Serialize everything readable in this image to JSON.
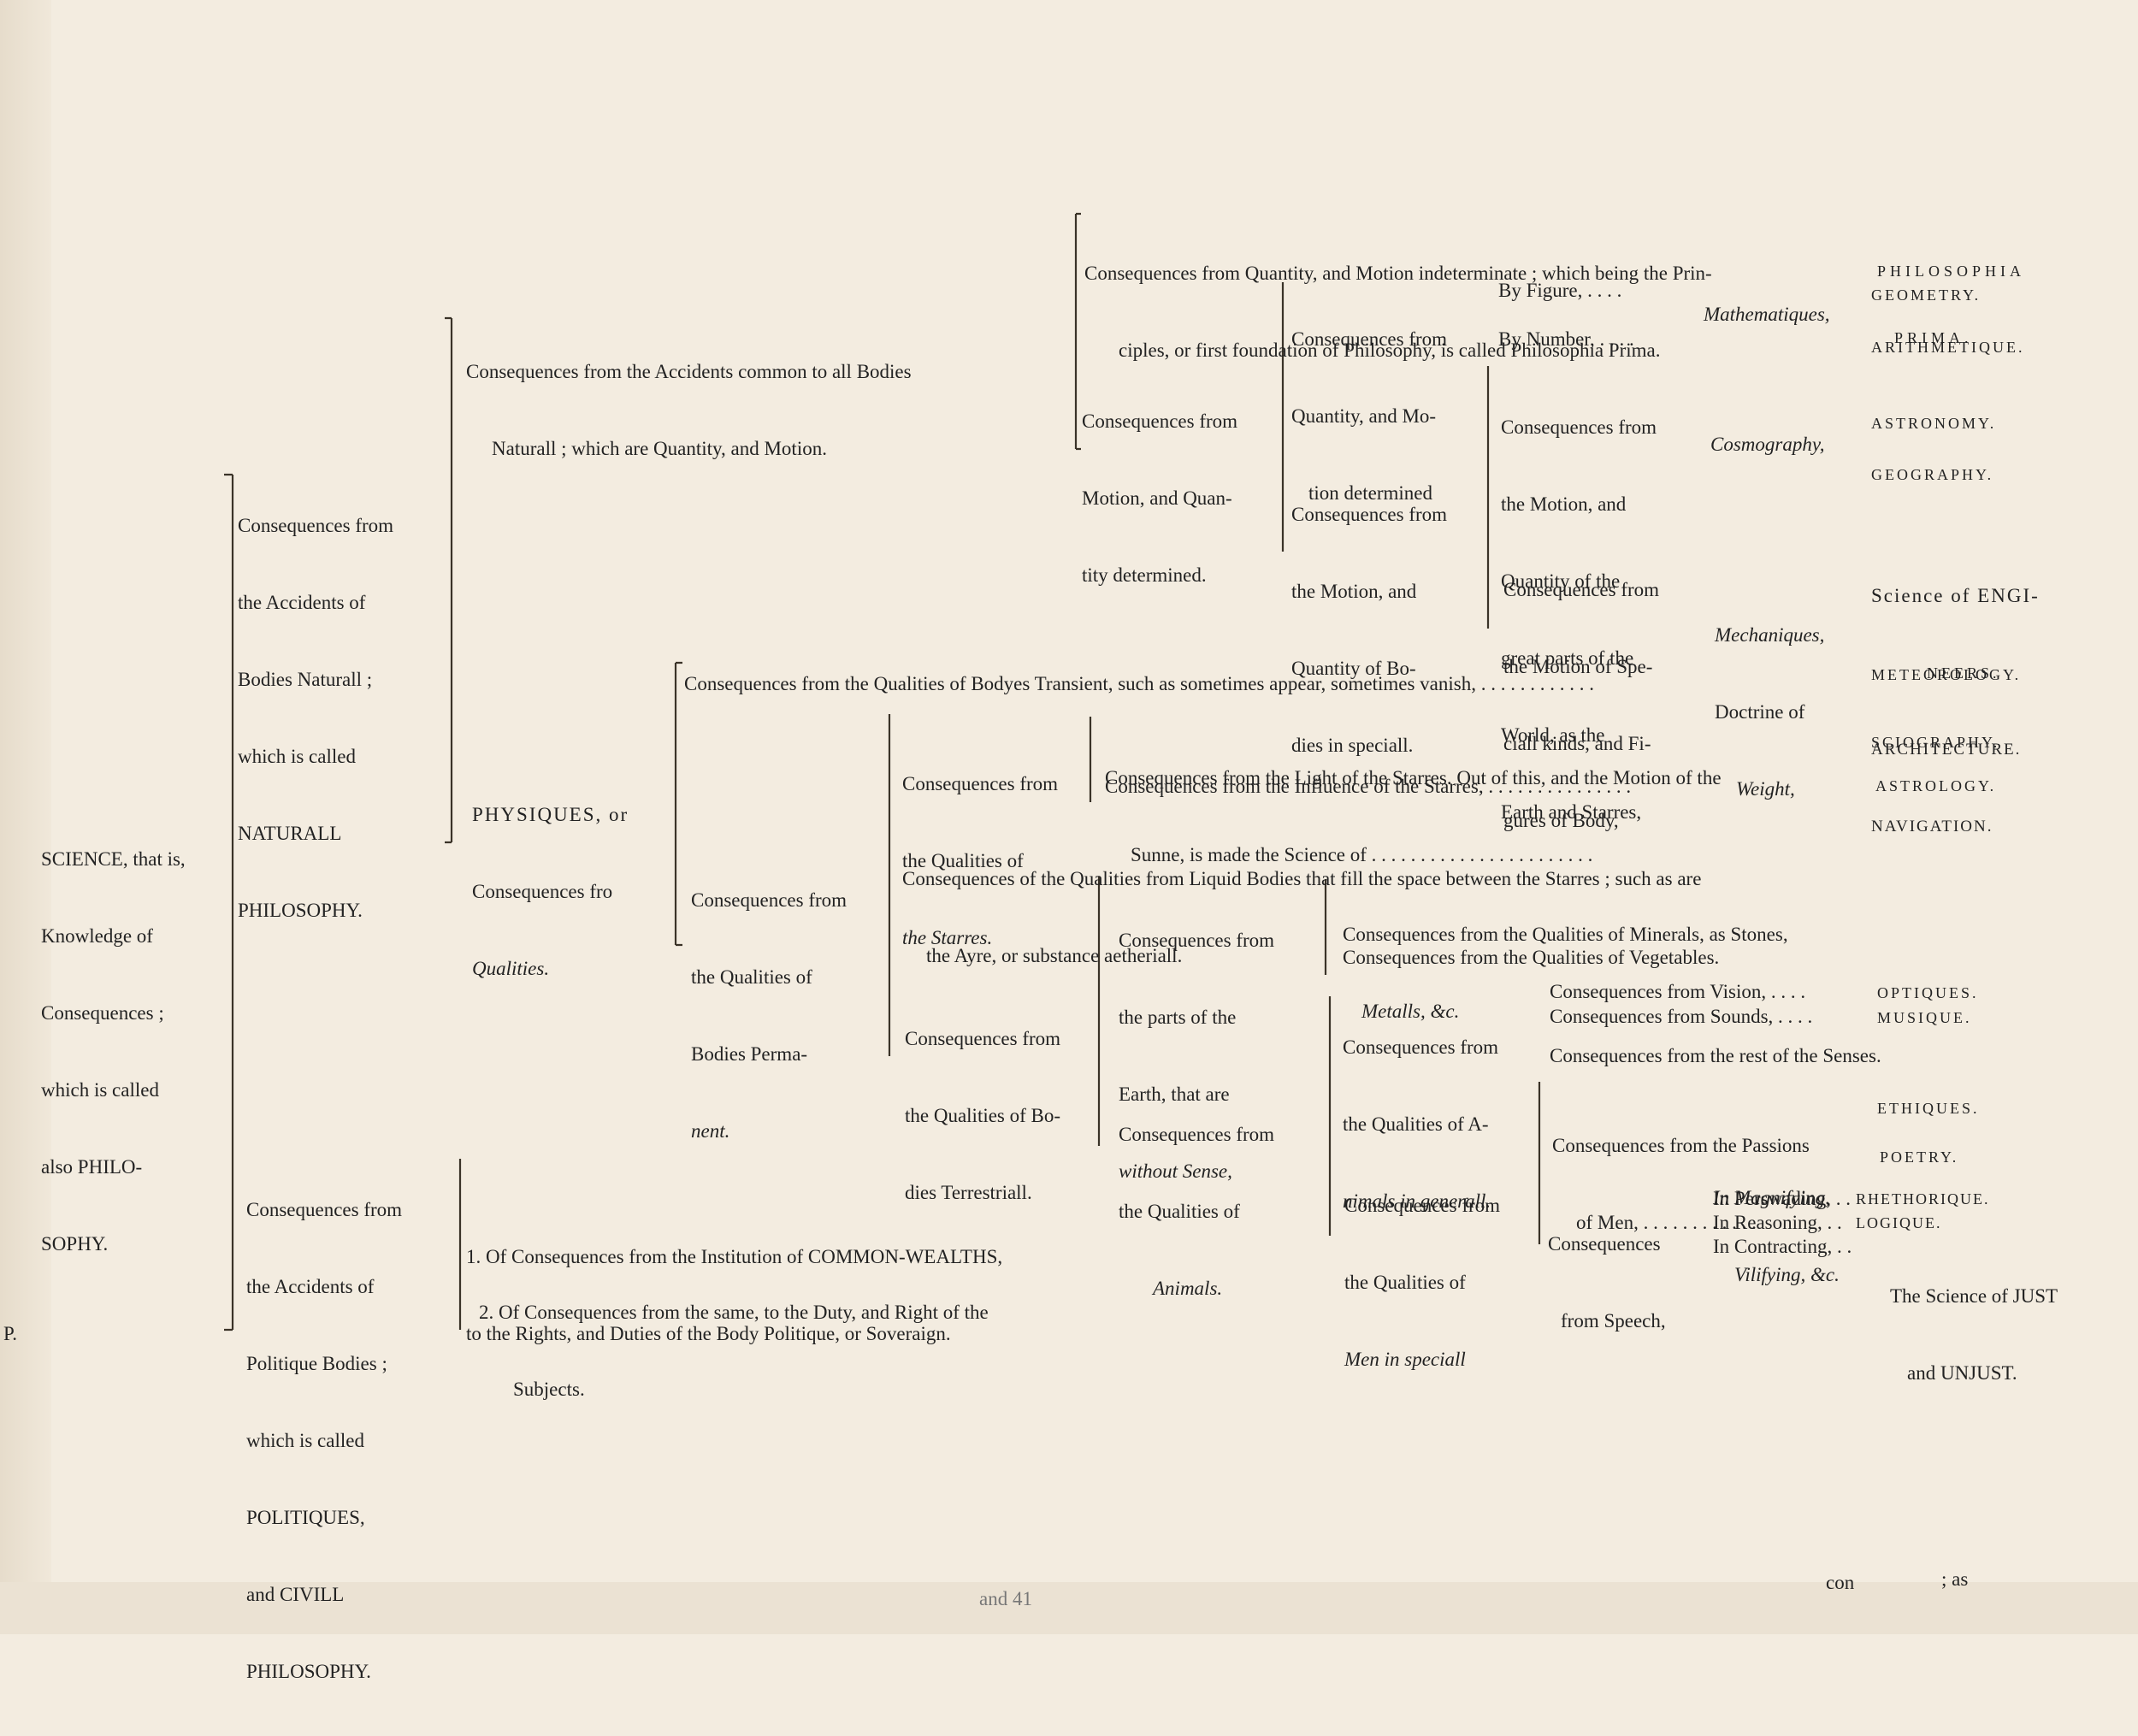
{
  "science": [
    "SCIENCE, that is,",
    "Knowledge of",
    "Consequences ;",
    "which is called",
    "also PHILO-",
    "SOPHY."
  ],
  "naturall": [
    "Consequences from",
    "the Accidents of",
    "Bodies Naturall ;",
    "which is called",
    "NATURALL",
    "PHILOSOPHY."
  ],
  "politique": [
    "Consequences from",
    "the Accidents of",
    "Politique Bodies ;",
    "which is called",
    "POLITIQUES,",
    "and CIVILL",
    "PHILOSOPHY."
  ],
  "common": [
    "Consequences from the Accidents common to all Bodies",
    "Naturall ; which are Quantity, and Motion."
  ],
  "indeterminate": [
    "Consequences from Quantity, and Motion indeterminate ; which being the Prin-",
    "ciples, or first foundation of Philosophy, is called Philosophia Prima."
  ],
  "philosophia_prima": [
    "PHILOSOPHIA",
    "PRIMA."
  ],
  "motion_quantity": [
    "Consequences from",
    "Motion, and Quan-",
    "tity determined."
  ],
  "qm_determined": [
    "Consequences from",
    "Quantity, and Mo-",
    "tion determined"
  ],
  "by_figure": "By Figure, . . . .",
  "by_number": "By Number, . . . .",
  "mathematiques": "Mathematiques,",
  "geometry": "GEOMETRY.",
  "arithmetique": "ARITHMETIQUE.",
  "motion_speciall": [
    "Consequences from",
    "the Motion, and",
    "Quantity of Bo-",
    "dies in speciall."
  ],
  "great_parts": [
    "Consequences from",
    "the Motion, and",
    "Quantity of the",
    "great parts of the",
    "World, as the",
    "Earth and Starres,"
  ],
  "cosmography": "Cosmography,",
  "astronomy": "ASTRONOMY.",
  "geography": "GEOGRAPHY.",
  "speciall_kinds": [
    "Consequences from",
    "the Motion of Spe-",
    "ciall kinds, and Fi-",
    "gures of Body,"
  ],
  "mechaniques": [
    "Mechaniques,",
    "Doctrine of",
    "Weight,"
  ],
  "engineers": [
    "Science of ENGI-",
    "NEERS.",
    "ARCHITECTURE.",
    "NAVIGATION."
  ],
  "physiques": [
    "PHYSIQUES, or",
    "Consequences fro",
    "Qualities."
  ],
  "transient": "Consequences from the Qualities of Bodyes Transient, such as sometimes appear, sometimes vanish, . . . . . . . . . . . .",
  "meteorology": "METEOROLOGY.",
  "permanent": [
    "Consequences from",
    "the Qualities of",
    "Bodies Perma-",
    "nent."
  ],
  "starres_q": [
    "Consequences from",
    "the Qualities of",
    "the Starres."
  ],
  "light": [
    "Consequences from the Light of the Starres. Out of this, and the Motion of the",
    "Sunne, is made the Science of . . . . . . . . . . . . . . . . . . . . . . ."
  ],
  "sciography": "SCIOGRAPHY.",
  "influence": "Consequences from the Influence of the Starres, . . . . . . . . . . . . . . .",
  "astrology": "ASTROLOGY.",
  "liquid": [
    "Consequences of the Qualities from Liquid Bodies that fill the space between the Starres ; such as are",
    "the Ayre, or substance aetheriall."
  ],
  "terrestriall": [
    "Consequences from",
    "the Qualities of Bo-",
    "dies Terrestriall."
  ],
  "without_sense": [
    "Consequences from",
    "the parts of the",
    "Earth, that are",
    "without Sense,"
  ],
  "minerals": [
    "Consequences from the Qualities of Minerals, as Stones,",
    "Metalls, &c."
  ],
  "vegetables": "Consequences from the Qualities of Vegetables.",
  "animals": [
    "Consequences from",
    "the Qualities of",
    "Animals."
  ],
  "animals_generall": [
    "Consequences from",
    "the Qualities of A-",
    "nimals in generall."
  ],
  "vision": "Consequences from Vision, . . . .",
  "optiques": "OPTIQUES.",
  "sounds": "Consequences from Sounds, . . . .",
  "musique": "MUSIQUE.",
  "rest_senses": "Consequences from the rest of the Senses.",
  "men_speciall": [
    "Consequences from",
    "the Qualities of",
    "Men in speciall"
  ],
  "passions": [
    "Consequences from the Passions",
    "of Men, . . . . . . . . . . . ."
  ],
  "ethiques": "ETHIQUES.",
  "speech": [
    "Consequences",
    "from Speech,"
  ],
  "magnifying": [
    "In Magnifying,",
    "Vilifying, &c."
  ],
  "poetry": "POETRY.",
  "perswading": "In Perswading, . .",
  "rhethorique": "RHETHORIQUE.",
  "reasoning": "In Reasoning, . .",
  "logique": "LOGIQUE.",
  "contracting": "In Contracting, . .",
  "just": [
    "The Science of JUST",
    "and UNJUST."
  ],
  "commonwealths": [
    "1. Of Consequences from the Institution of COMMON-WEALTHS,",
    "to the Rights, and Duties of the Body Politique, or Soveraign."
  ],
  "subjects": [
    "2. Of Consequences from the same, to the Duty, and Right of the",
    "Subjects."
  ],
  "margin_fragments": [
    "P.",
    "con",
    "; as",
    "and 41"
  ]
}
